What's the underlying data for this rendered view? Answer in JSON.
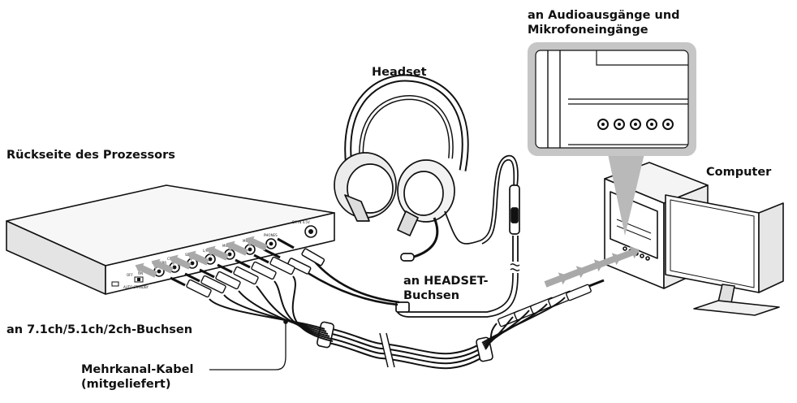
{
  "labels": {
    "audio_outputs_line1": "an Audioausgänge und",
    "audio_outputs_line2": "Mikrofoneingänge",
    "headset": "Headset",
    "processor_rear": "Rückseite des Prozessors",
    "computer": "Computer",
    "headset_jacks_line1": "an HEADSET-",
    "headset_jacks_line2": "Buchsen",
    "channel_jacks": "an 7.1ch/5.1ch/2ch-Buchsen",
    "cable_line1": "Mehrkanal-Kabel",
    "cable_line2": "(mitgeliefert)"
  },
  "processor": {
    "jack_labels": [
      "SBL/ SBR",
      "C/ SW",
      "SL/SR",
      "L/R",
      "MIC OUT",
      "MIC IN",
      "PHONES"
    ],
    "dc_label": "DC IN 4.5V",
    "switch_labels": [
      "OFF",
      "ON"
    ],
    "switch_caption": "AUTO STANDBY"
  },
  "colors": {
    "line": "#111111",
    "arrow": "#a9a9a9",
    "callout": "#b9b9b9"
  }
}
